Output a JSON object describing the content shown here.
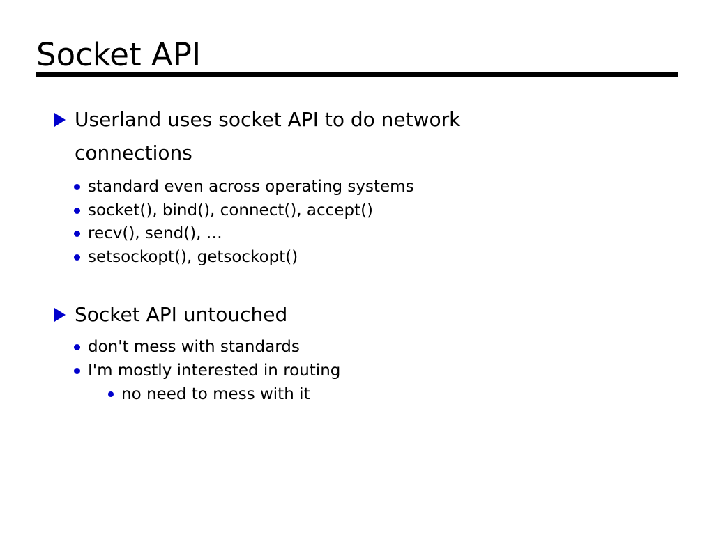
{
  "slide": {
    "title": "Socket API",
    "background_color": "#ffffff",
    "text_color": "#000000",
    "accent_color": "#0000cc",
    "rule": {
      "visible": true,
      "color": "#000000"
    },
    "outline": [
      {
        "level": 1,
        "bullet": "triangle-right",
        "text": "Userland uses socket API to do network connections",
        "children": [
          {
            "level": 2,
            "bullet": "disc",
            "text": "standard even across operating systems"
          },
          {
            "level": 2,
            "bullet": "disc",
            "text": "socket(), bind(), connect(), accept()"
          },
          {
            "level": 2,
            "bullet": "disc",
            "text": "recv(), send(), …"
          },
          {
            "level": 2,
            "bullet": "disc",
            "text": "setsockopt(), getsockopt()"
          }
        ]
      },
      {
        "level": 1,
        "bullet": "triangle-right",
        "text": "Socket API untouched",
        "children": [
          {
            "level": 2,
            "bullet": "disc",
            "text": "don't mess with standards"
          },
          {
            "level": 2,
            "bullet": "disc",
            "text": "I'm mostly interested in routing",
            "children": [
              {
                "level": 3,
                "bullet": "disc",
                "text": "no need to mess with it"
              }
            ]
          }
        ]
      }
    ]
  }
}
